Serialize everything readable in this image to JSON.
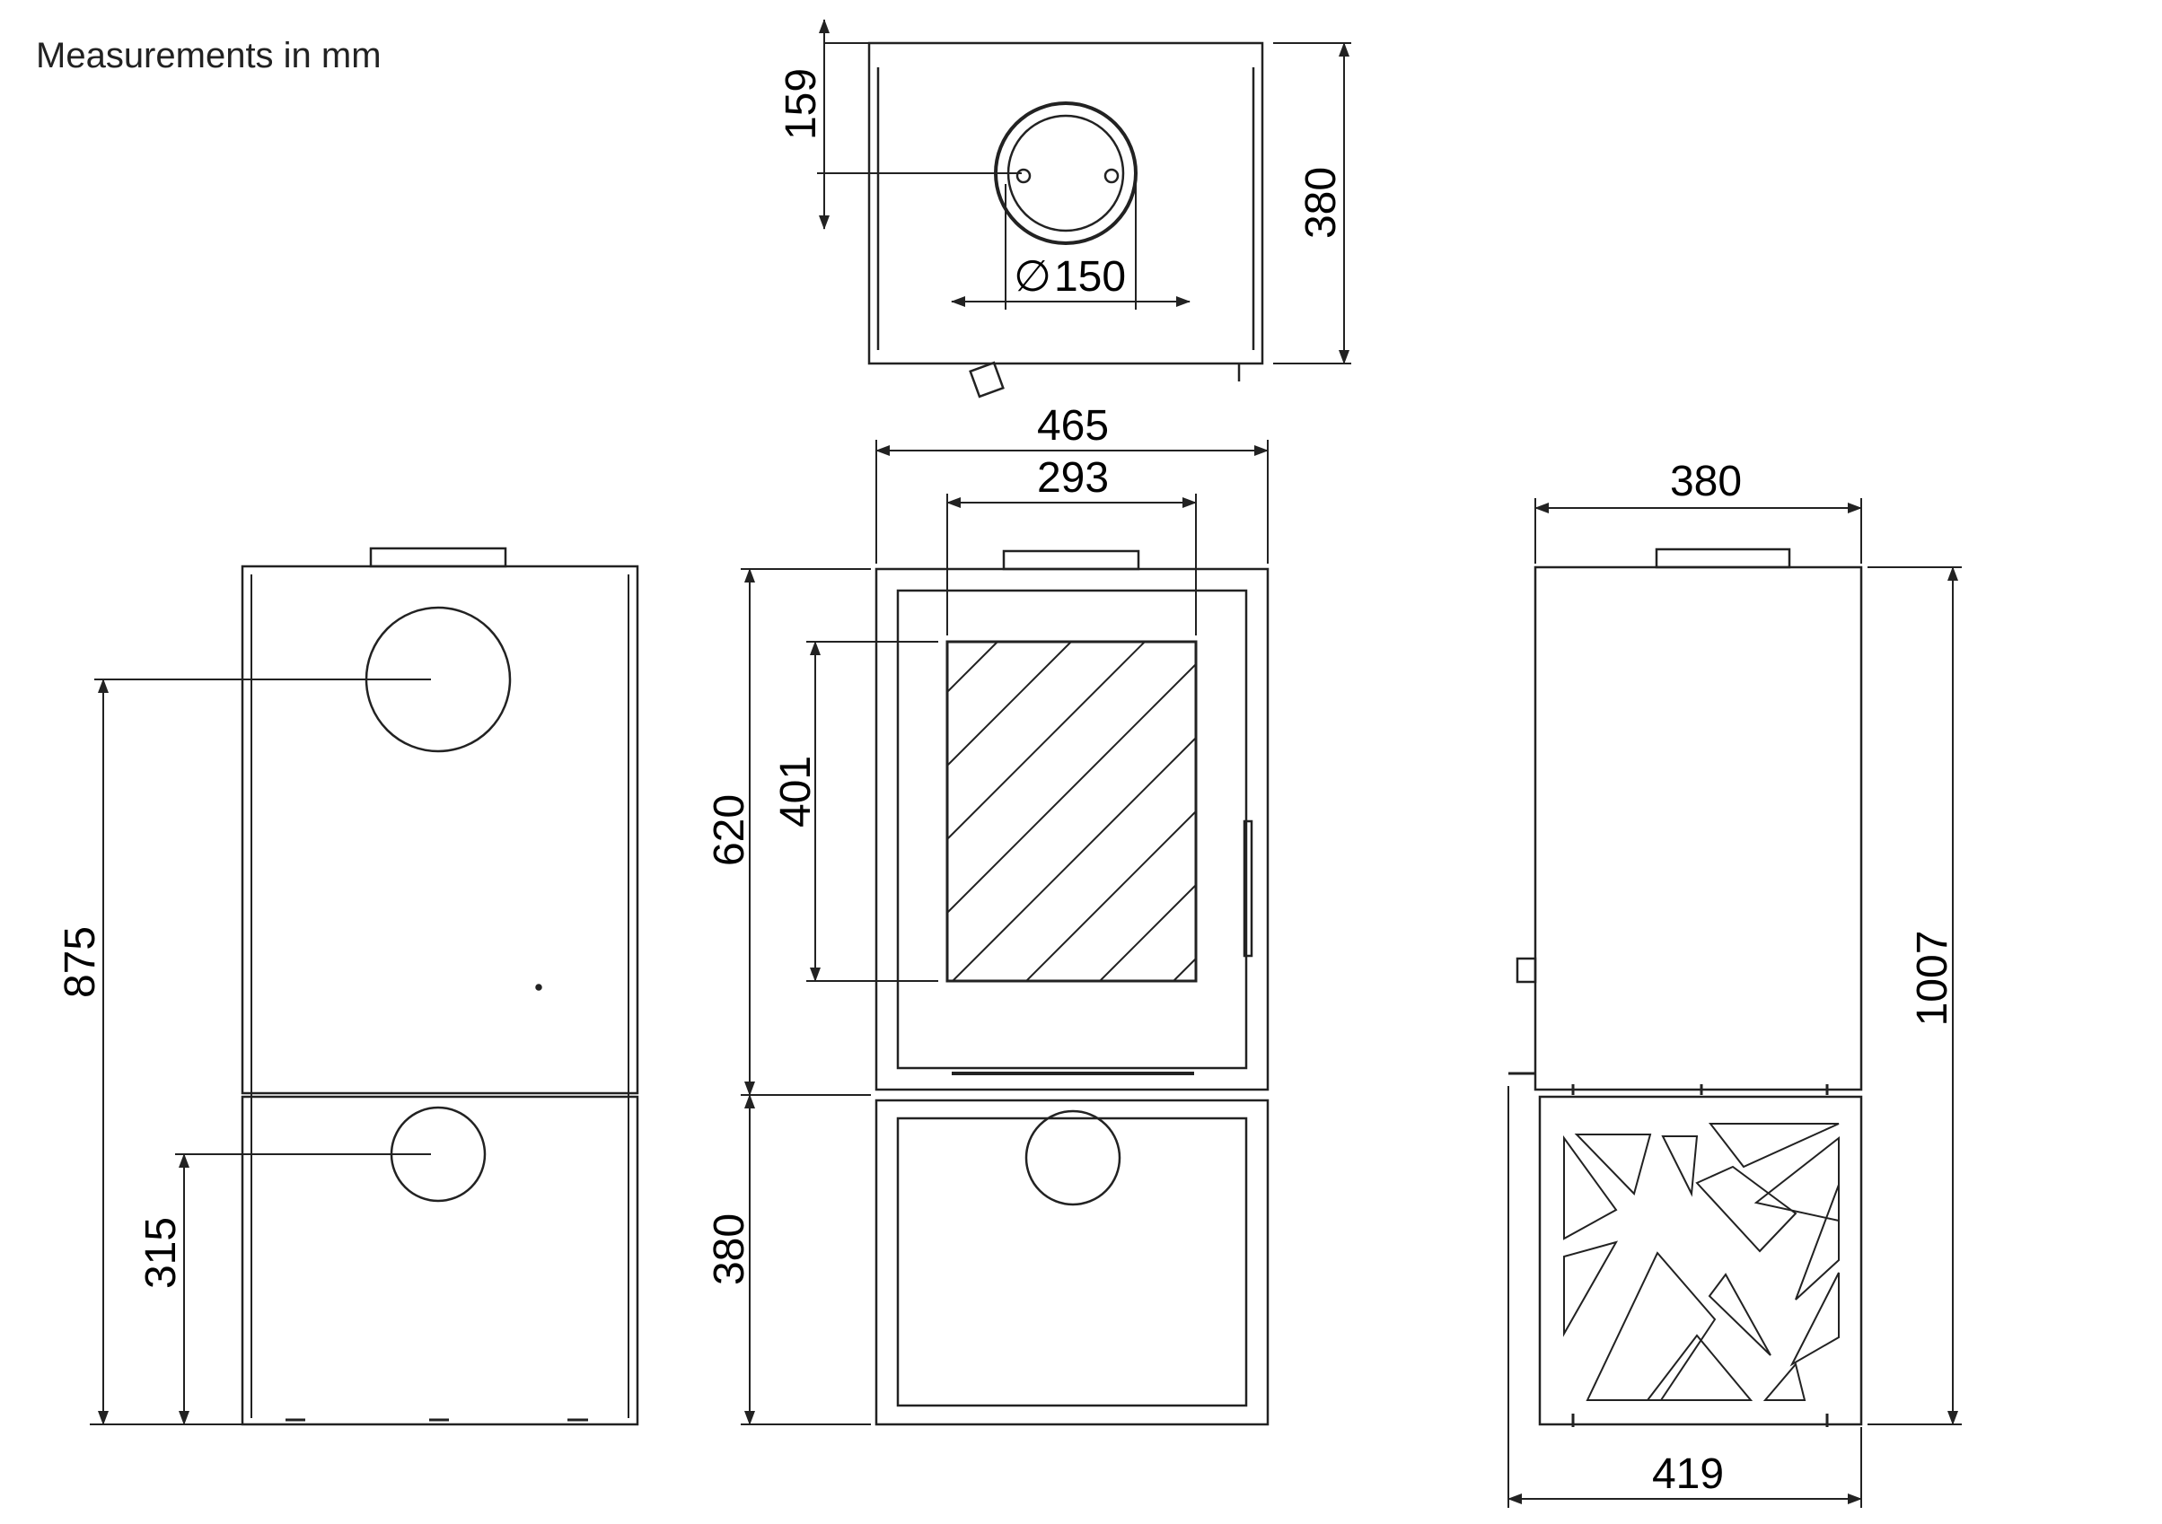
{
  "title": "Measurements in mm",
  "colors": {
    "line": "#222222",
    "text": "#000000",
    "background": "#ffffff"
  },
  "top_view": {
    "flue_offset": "159",
    "depth": "380",
    "flue_diameter_symbol": "∅",
    "flue_diameter": "150"
  },
  "rear_view": {
    "rear_flue_height": "875",
    "lower_outlet_height": "315"
  },
  "front_view": {
    "overall_width": "465",
    "glass_width": "293",
    "glass_height": "401",
    "stove_body_height": "620",
    "base_height": "380"
  },
  "side_view": {
    "depth": "380",
    "overall_height": "1007",
    "base_depth": "419"
  }
}
